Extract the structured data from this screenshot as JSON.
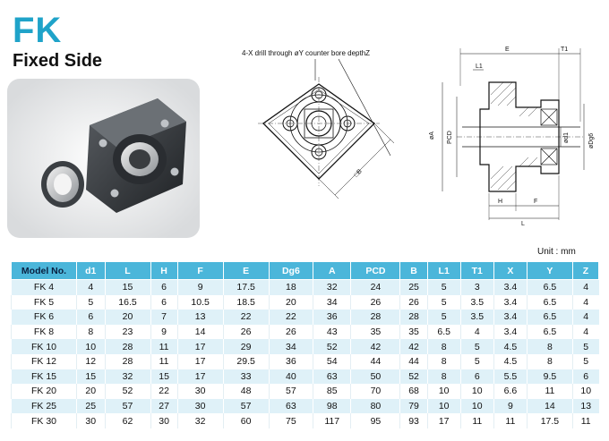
{
  "header": {
    "title": "FK",
    "subtitle": "Fixed Side"
  },
  "drawing": {
    "caption": "4-X drill through øY counter bore depthZ",
    "front_labels": {
      "b": "□B"
    },
    "side_labels": {
      "e": "E",
      "t1": "T1",
      "l1": "L1",
      "a": "øA",
      "pcd": "PCD",
      "d1": "ød1",
      "dg6": "øDg6",
      "h": "H",
      "f": "F",
      "l": "L"
    }
  },
  "unit_label": "Unit : mm",
  "table": {
    "columns": [
      "Model No.",
      "d1",
      "L",
      "H",
      "F",
      "E",
      "Dg6",
      "A",
      "PCD",
      "B",
      "L1",
      "T1",
      "X",
      "Y",
      "Z"
    ],
    "rows": [
      [
        "FK 4",
        "4",
        "15",
        "6",
        "9",
        "17.5",
        "18",
        "32",
        "24",
        "25",
        "5",
        "3",
        "3.4",
        "6.5",
        "4"
      ],
      [
        "FK 5",
        "5",
        "16.5",
        "6",
        "10.5",
        "18.5",
        "20",
        "34",
        "26",
        "26",
        "5",
        "3.5",
        "3.4",
        "6.5",
        "4"
      ],
      [
        "FK 6",
        "6",
        "20",
        "7",
        "13",
        "22",
        "22",
        "36",
        "28",
        "28",
        "5",
        "3.5",
        "3.4",
        "6.5",
        "4"
      ],
      [
        "FK 8",
        "8",
        "23",
        "9",
        "14",
        "26",
        "26",
        "43",
        "35",
        "35",
        "6.5",
        "4",
        "3.4",
        "6.5",
        "4"
      ],
      [
        "FK 10",
        "10",
        "28",
        "11",
        "17",
        "29",
        "34",
        "52",
        "42",
        "42",
        "8",
        "5",
        "4.5",
        "8",
        "5"
      ],
      [
        "FK 12",
        "12",
        "28",
        "11",
        "17",
        "29.5",
        "36",
        "54",
        "44",
        "44",
        "8",
        "5",
        "4.5",
        "8",
        "5"
      ],
      [
        "FK 15",
        "15",
        "32",
        "15",
        "17",
        "33",
        "40",
        "63",
        "50",
        "52",
        "8",
        "6",
        "5.5",
        "9.5",
        "6"
      ],
      [
        "FK 20",
        "20",
        "52",
        "22",
        "30",
        "48",
        "57",
        "85",
        "70",
        "68",
        "10",
        "10",
        "6.6",
        "11",
        "10"
      ],
      [
        "FK 25",
        "25",
        "57",
        "27",
        "30",
        "57",
        "63",
        "98",
        "80",
        "79",
        "10",
        "10",
        "9",
        "14",
        "13"
      ],
      [
        "FK 30",
        "30",
        "62",
        "30",
        "32",
        "60",
        "75",
        "117",
        "95",
        "93",
        "17",
        "11",
        "11",
        "17.5",
        "11"
      ]
    ]
  }
}
